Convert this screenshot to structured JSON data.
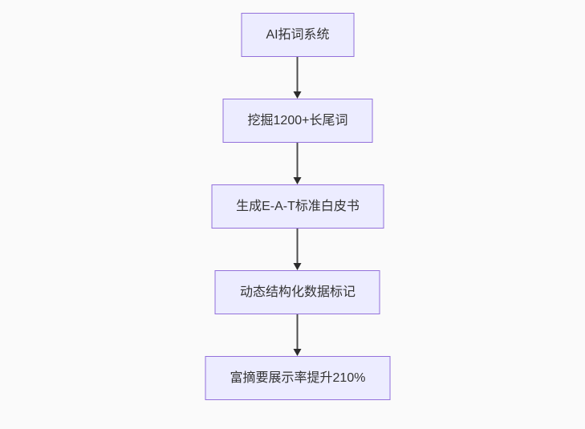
{
  "flowchart": {
    "type": "vertical-flowchart",
    "colors": {
      "canvas_bg": "#fafafa",
      "node_fill": "#ececff",
      "node_border": "#9370db",
      "text_color": "#333333",
      "arrow_line": "#4d4d4d",
      "arrowhead": "#2b2b2b"
    },
    "nodes": [
      {
        "id": "n1",
        "label": "AI拓词系统"
      },
      {
        "id": "n2",
        "label": "挖掘1200+长尾词"
      },
      {
        "id": "n3",
        "label": "生成E-A-T标准白皮书"
      },
      {
        "id": "n4",
        "label": "动态结构化数据标记"
      },
      {
        "id": "n5",
        "label": "富摘要展示率提升210%"
      }
    ],
    "edges": [
      {
        "from": "n1",
        "to": "n2",
        "style": "arrow-down"
      },
      {
        "from": "n2",
        "to": "n3",
        "style": "arrow-down"
      },
      {
        "from": "n3",
        "to": "n4",
        "style": "arrow-down"
      },
      {
        "from": "n4",
        "to": "n5",
        "style": "arrow-down"
      }
    ]
  }
}
